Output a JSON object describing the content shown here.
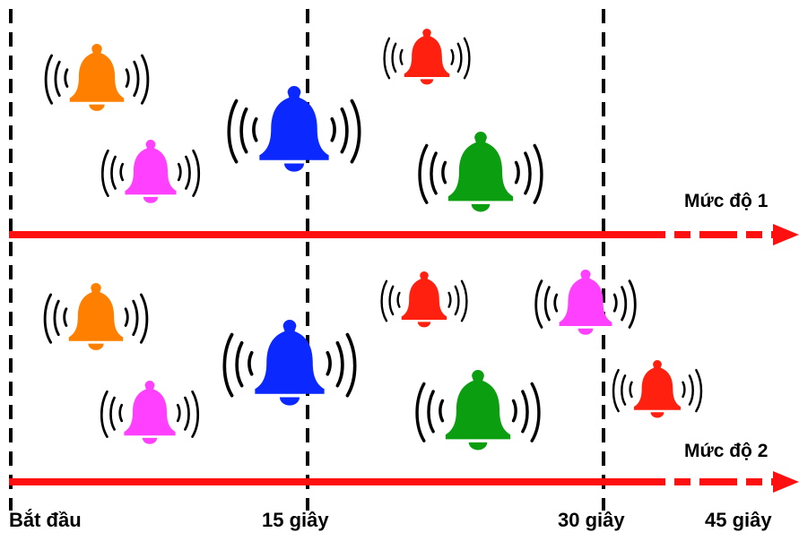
{
  "diagram": {
    "levels": [
      {
        "label": "Mức độ 1"
      },
      {
        "label": "Mức độ 2"
      }
    ],
    "time_labels": [
      "Bắt đầu",
      "15 giây",
      "30 giây",
      "45 giây"
    ],
    "colors": {
      "arrow": "#ff1010",
      "divider": "#000000",
      "orange": "#ff8000",
      "pink": "#ff40ff",
      "blue": "#0a28ff",
      "red": "#ff2010",
      "green": "#0a9e10"
    },
    "bells": {
      "level1": [
        "orange",
        "pink",
        "blue",
        "red",
        "green"
      ],
      "level2": [
        "orange",
        "pink",
        "blue",
        "red",
        "green",
        "pink",
        "red"
      ]
    }
  }
}
